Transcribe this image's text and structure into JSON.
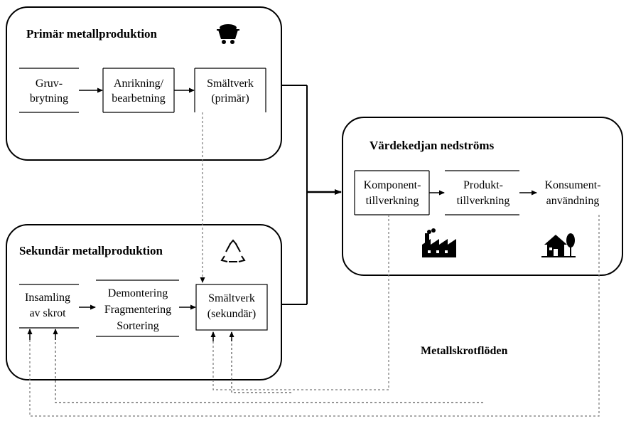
{
  "groups": {
    "primary": {
      "title": "Primär metallproduktion"
    },
    "secondary": {
      "title": "Sekundär metallproduktion"
    },
    "downstream": {
      "title": "Värdekedjan nedströms"
    }
  },
  "nodes": {
    "mining": [
      "Gruv-",
      "brytning"
    ],
    "enrichment": [
      "Anrikning/",
      "bearbetning"
    ],
    "smelter_primary": [
      "Smältverk",
      "(primär)"
    ],
    "collection": [
      "Insamling",
      "av skrot"
    ],
    "dismantling": [
      "Demontering",
      "Fragmentering",
      "Sortering"
    ],
    "smelter_secondary": [
      "Smältverk",
      "(sekundär)"
    ],
    "component": [
      "Komponent-",
      "tillverkning"
    ],
    "product": [
      "Produkt-",
      "tillverkning"
    ],
    "consumer": [
      "Konsument-",
      "användning"
    ]
  },
  "flow_label": "Metallskrotflöden",
  "icons": [
    "mine-cart-icon",
    "recycle-icon",
    "factory-icon",
    "house-icon"
  ]
}
